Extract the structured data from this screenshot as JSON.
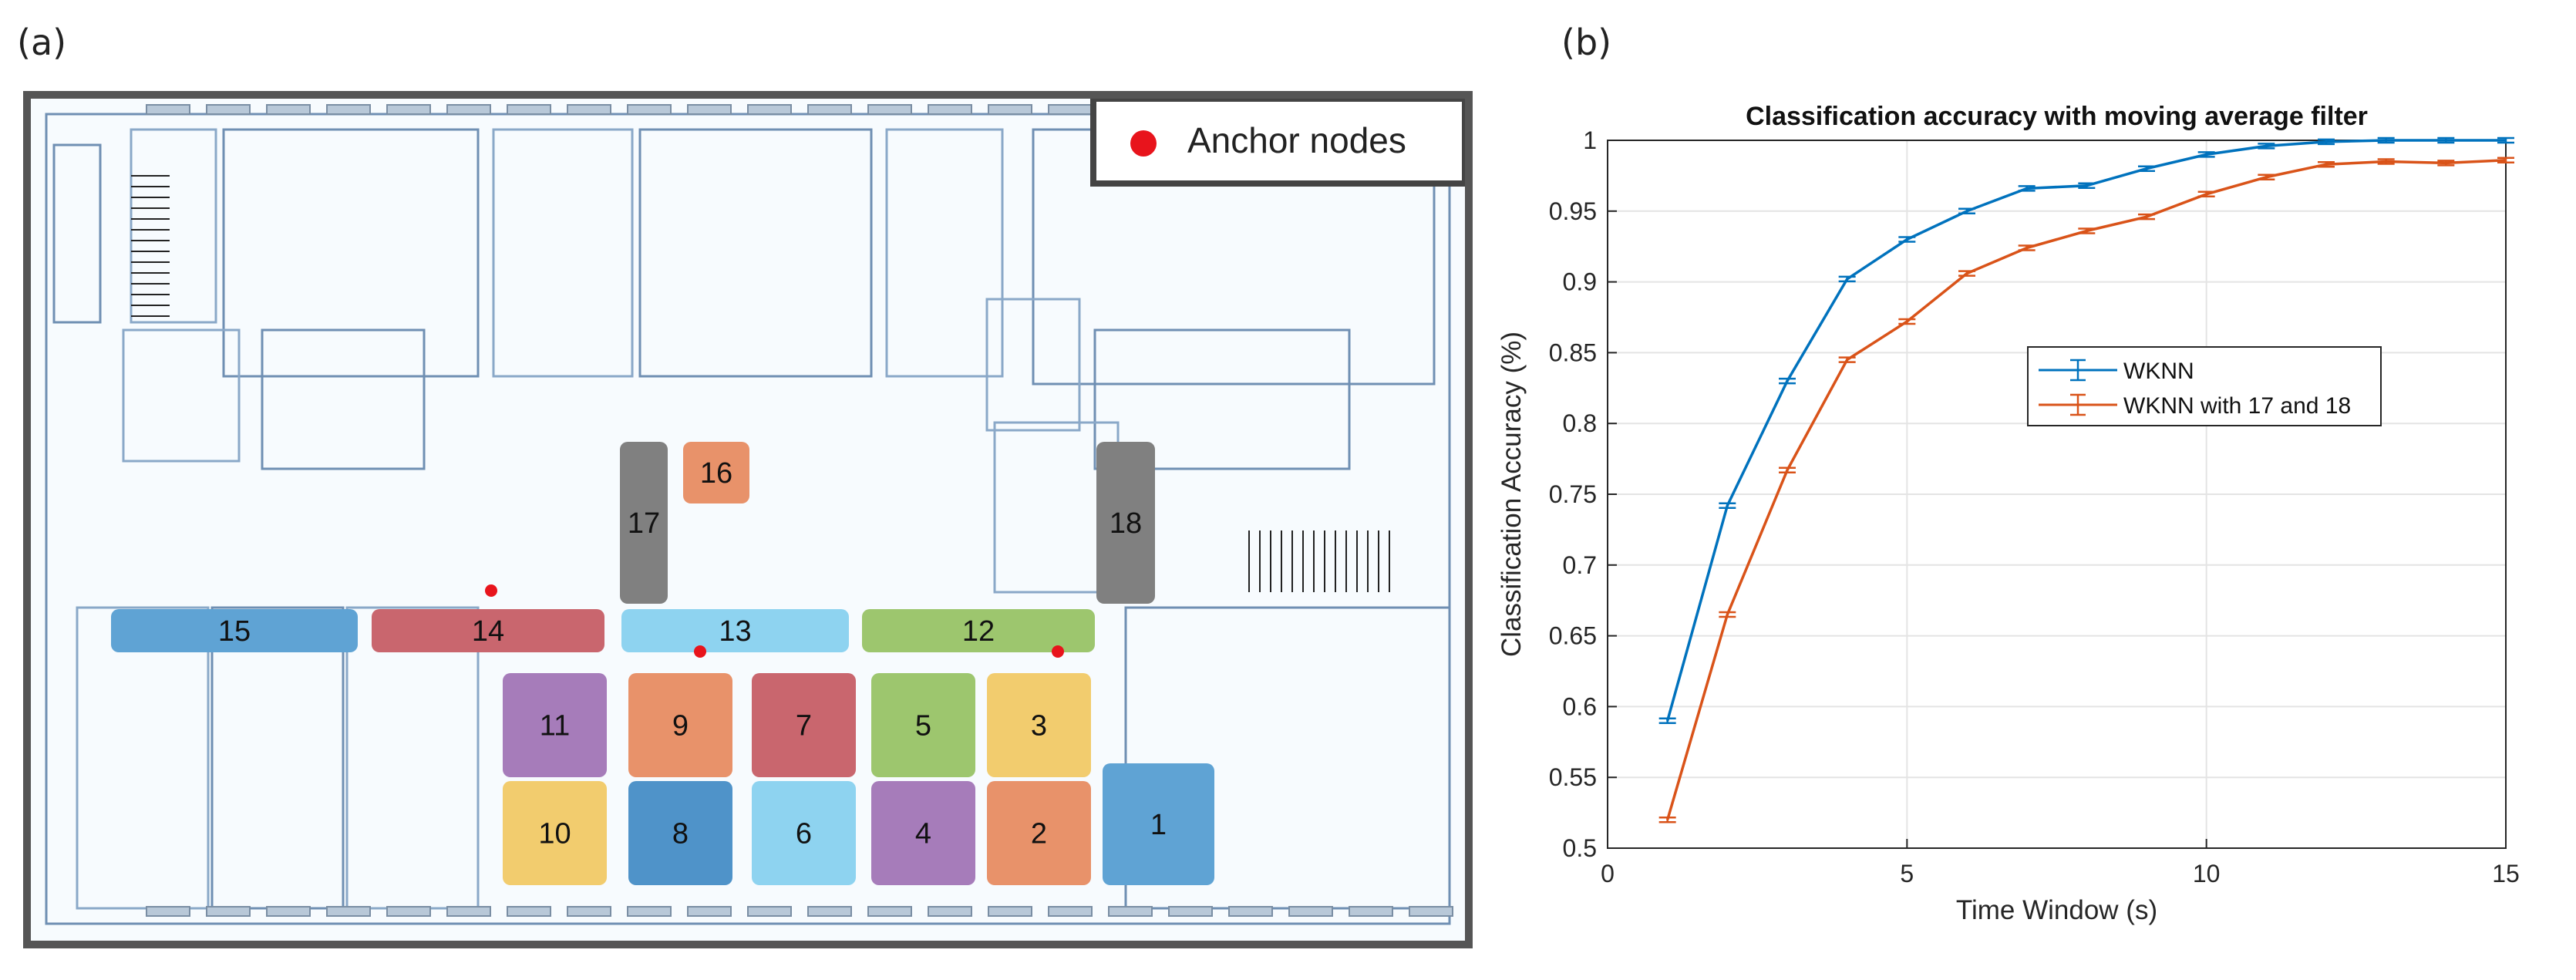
{
  "panels": {
    "a_label": "(a)",
    "b_label": "(b)"
  },
  "floorplan": {
    "legend_label": "Anchor nodes",
    "anchor_color": "#e8141c",
    "rooms": [
      {
        "id": "1",
        "color": "#5fa3d4"
      },
      {
        "id": "2",
        "color": "#e8926a"
      },
      {
        "id": "3",
        "color": "#f2cc6e"
      },
      {
        "id": "4",
        "color": "#a67cba"
      },
      {
        "id": "5",
        "color": "#9dc66e"
      },
      {
        "id": "6",
        "color": "#8ed3f0"
      },
      {
        "id": "7",
        "color": "#c9666e"
      },
      {
        "id": "8",
        "color": "#4f93c9"
      },
      {
        "id": "9",
        "color": "#e8926a"
      },
      {
        "id": "10",
        "color": "#f2cc6e"
      },
      {
        "id": "11",
        "color": "#a67cba"
      },
      {
        "id": "12",
        "color": "#9dc66e"
      },
      {
        "id": "13",
        "color": "#8ed3f0"
      },
      {
        "id": "14",
        "color": "#c9666e"
      },
      {
        "id": "15",
        "color": "#5fa3d4"
      },
      {
        "id": "16",
        "color": "#e8926a"
      },
      {
        "id": "17",
        "color": "#808080"
      },
      {
        "id": "18",
        "color": "#808080"
      }
    ]
  },
  "chart_data": {
    "type": "line",
    "title": "Classification accuracy with moving average filter",
    "xlabel": "Time Window (s)",
    "ylabel": "Classification Accuracy (%)",
    "xlim": [
      0,
      15
    ],
    "ylim": [
      0.5,
      1
    ],
    "xticks": [
      "0",
      "5",
      "10",
      "15"
    ],
    "yticks": [
      "0.5",
      "0.55",
      "0.6",
      "0.65",
      "0.7",
      "0.75",
      "0.8",
      "0.85",
      "0.9",
      "0.95",
      "1"
    ],
    "grid": true,
    "legend_position": "right",
    "x": [
      1,
      2,
      3,
      4,
      5,
      6,
      7,
      8,
      9,
      10,
      11,
      12,
      13,
      14,
      15
    ],
    "series": [
      {
        "name": "WKNN",
        "color": "#0072bd",
        "values": [
          0.59,
          0.742,
          0.83,
          0.902,
          0.93,
          0.95,
          0.966,
          0.968,
          0.98,
          0.99,
          0.996,
          0.999,
          1.0,
          1.0,
          1.0
        ]
      },
      {
        "name": "WKNN with 17 and 18",
        "color": "#d95319",
        "values": [
          0.52,
          0.665,
          0.767,
          0.845,
          0.872,
          0.906,
          0.924,
          0.936,
          0.946,
          0.962,
          0.974,
          0.983,
          0.985,
          0.984,
          0.986
        ]
      }
    ]
  }
}
